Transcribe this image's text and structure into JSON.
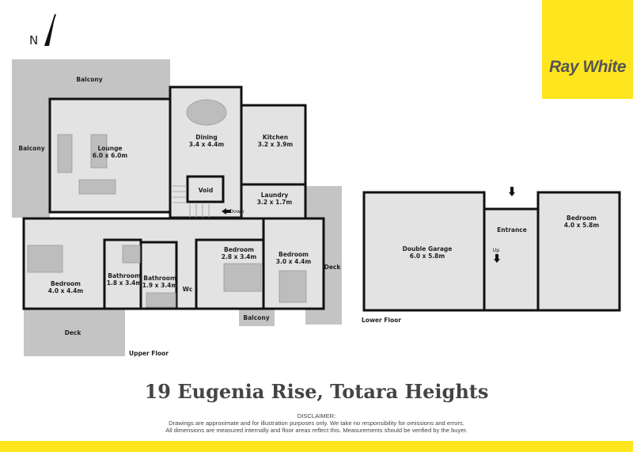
{
  "brand": {
    "logo_text": "Ray White",
    "color": "#ffe51e"
  },
  "compass": {
    "label": "N"
  },
  "upper_floor": {
    "label": "Upper Floor",
    "rooms": [
      {
        "name": "Balcony",
        "dim": ""
      },
      {
        "name": "Balcony",
        "dim": ""
      },
      {
        "name": "Lounge",
        "dim": "6.0 x 6.0m"
      },
      {
        "name": "Dining",
        "dim": "3.4 x 4.4m"
      },
      {
        "name": "Kitchen",
        "dim": "3.2 x 3.9m"
      },
      {
        "name": "Void",
        "dim": ""
      },
      {
        "name": "Laundry",
        "dim": "3.2 x 1.7m"
      },
      {
        "name": "Bedroom",
        "dim": "4.0 x 4.4m"
      },
      {
        "name": "Bathroom",
        "dim": "1.8 x 3.4m"
      },
      {
        "name": "Bathroom",
        "dim": "1.9 x 3.4m"
      },
      {
        "name": "Wc",
        "dim": ""
      },
      {
        "name": "Bedroom",
        "dim": "2.8 x 3.4m"
      },
      {
        "name": "Bedroom",
        "dim": "3.0 x 4.4m"
      },
      {
        "name": "Deck",
        "dim": ""
      },
      {
        "name": "Balcony",
        "dim": ""
      },
      {
        "name": "Deck",
        "dim": ""
      }
    ],
    "stairs_label": "Down"
  },
  "lower_floor": {
    "label": "Lower Floor",
    "rooms": [
      {
        "name": "Double Garage",
        "dim": "6.0 x 5.8m"
      },
      {
        "name": "Entrance",
        "dim": ""
      },
      {
        "name": "Bedroom",
        "dim": "4.0 x 5.8m"
      }
    ],
    "stairs_label": "Up"
  },
  "address": "19 Eugenia Rise, Totara Heights",
  "disclaimer": {
    "heading": "DISCLAIMER:",
    "line1": "Drawings are approximate and for illustration purposes only. We take no responsibility for omissions and errors.",
    "line2": "All dimensions are measured internally and floor areas reflect this. Measurements should be verified by the buyer."
  }
}
